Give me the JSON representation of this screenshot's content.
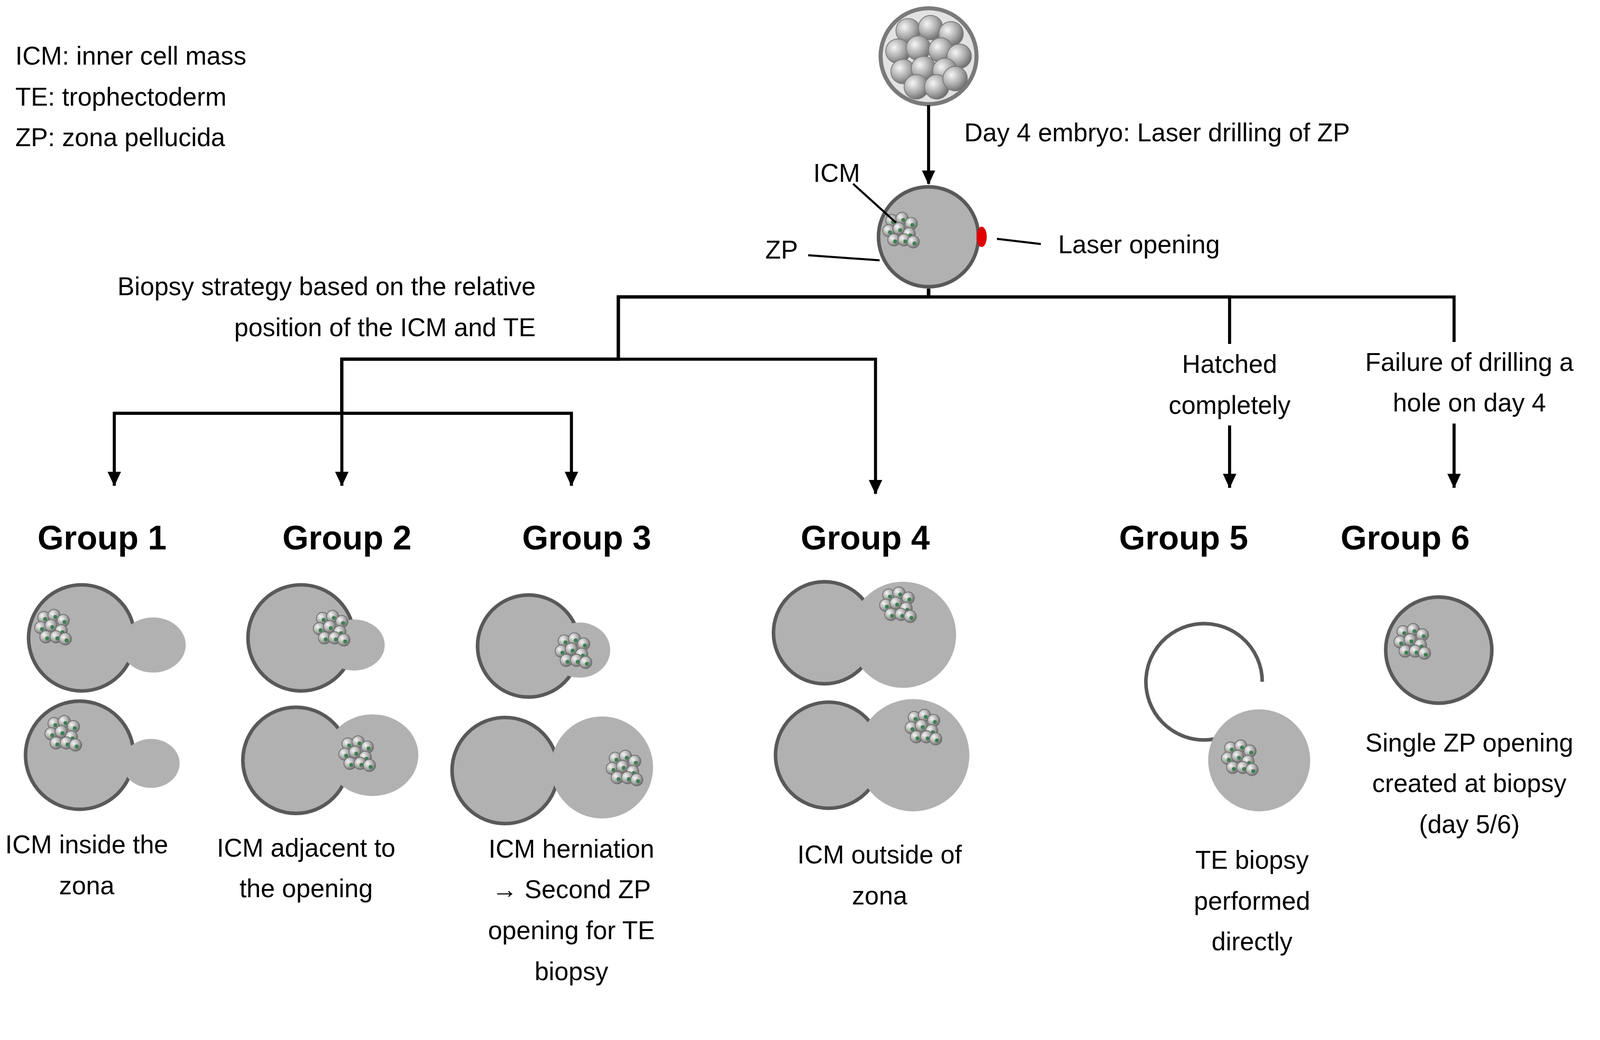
{
  "diagram": {
    "nodes": [
      {
        "text": [
          "Day 4 embryo: Laser drilling of ZP"
        ]
      },
      {
        "text": [
          "Group 1",
          "ICM inside the zona"
        ]
      },
      {
        "text": [
          "Group 2",
          "ICM adjacent to the opening"
        ]
      },
      {
        "text": [
          "Group 3",
          "ICM herniation → Second ZP opening for TE biopsy"
        ]
      },
      {
        "text": [
          "Group 4",
          "ICM outside of zona"
        ]
      },
      {
        "text": [
          "Group 5",
          "TE biopsy performed directly"
        ]
      },
      {
        "text": [
          "Group 6",
          "Single ZP opening created at biopsy (day 5/6)"
        ]
      }
    ],
    "edges": [
      {
        "from": 0,
        "to": 1,
        "arrow": "to"
      },
      {
        "from": 0,
        "to": 2,
        "arrow": "to"
      },
      {
        "from": 0,
        "to": 3,
        "arrow": "to"
      },
      {
        "from": 0,
        "to": 4,
        "arrow": "to"
      },
      {
        "from": 0,
        "to": 5,
        "label": "Hatched completely",
        "arrow": "to"
      },
      {
        "from": 0,
        "to": 6,
        "label": "Failure of drilling a hole on day 4",
        "arrow": "to"
      }
    ],
    "labels": [
      "ICM: inner cell mass",
      "TE: trophectoderm",
      "ZP: zona pellucida",
      "ICM",
      "ZP",
      "Laser opening",
      "Biopsy strategy based on the relative position of the ICM and TE"
    ]
  }
}
